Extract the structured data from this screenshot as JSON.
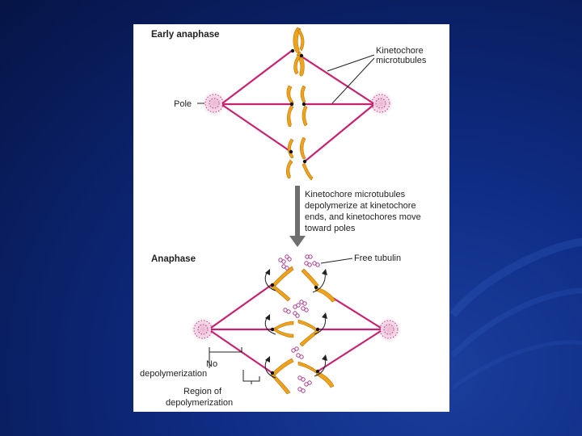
{
  "slide": {
    "background_color": "#0f2d86",
    "panel_color": "#ffffff",
    "microtubule_color": "#c8226f",
    "chromosome_color": "#f0a21a"
  },
  "figure": {
    "top": {
      "title": "Early anaphase",
      "kinetochore_label_line1": "Kinetochore",
      "kinetochore_label_line2": "microtubules",
      "pole_label": "Pole"
    },
    "caption": {
      "line1": "Kinetochore microtubules",
      "line2": "depolymerize at kinetochore",
      "line3": "ends, and kinetochores move",
      "line4": "toward poles"
    },
    "bottom": {
      "title": "Anaphase",
      "free_tubulin_label": "Free tubulin",
      "no_depol_line1": "No",
      "no_depol_line2": "depolymerization",
      "region_line1": "Region of",
      "region_line2": "depolymerization"
    }
  }
}
